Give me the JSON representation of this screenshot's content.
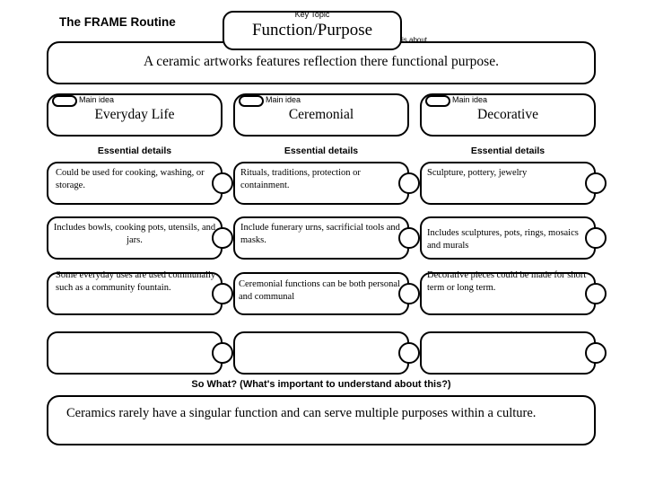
{
  "routine": {
    "title": "The FRAME Routine",
    "key_topic_label": "Key Topic",
    "key_topic": "Function/Purpose",
    "is_about": "is about …",
    "statement": "A ceramic artworks features reflection there functional purpose.",
    "essential_details_label": "Essential details",
    "main_idea_label": "Main idea",
    "so_what_label": "So What? (What's important to understand about this?)",
    "so_what_text": "Ceramics rarely have a singular function and can serve multiple purposes within a culture."
  },
  "columns": [
    {
      "main_idea": "Everyday Life",
      "details": [
        "Could be used for cooking, washing, or storage.",
        "Includes bowls, cooking pots, utensils, and jars.",
        "Some everyday uses are used communally such as a community fountain.",
        ""
      ]
    },
    {
      "main_idea": "Ceremonial",
      "details": [
        "Rituals, traditions, protection or containment.",
        "Include funerary urns, sacrificial tools and masks.",
        "Ceremonial functions can be both personal and communal",
        ""
      ]
    },
    {
      "main_idea": "Decorative",
      "details": [
        "Sculpture, pottery, jewelry",
        "Includes sculptures, pots, rings, mosaics and murals",
        "Decorative pieces could be made for short term or long term.",
        ""
      ]
    }
  ]
}
